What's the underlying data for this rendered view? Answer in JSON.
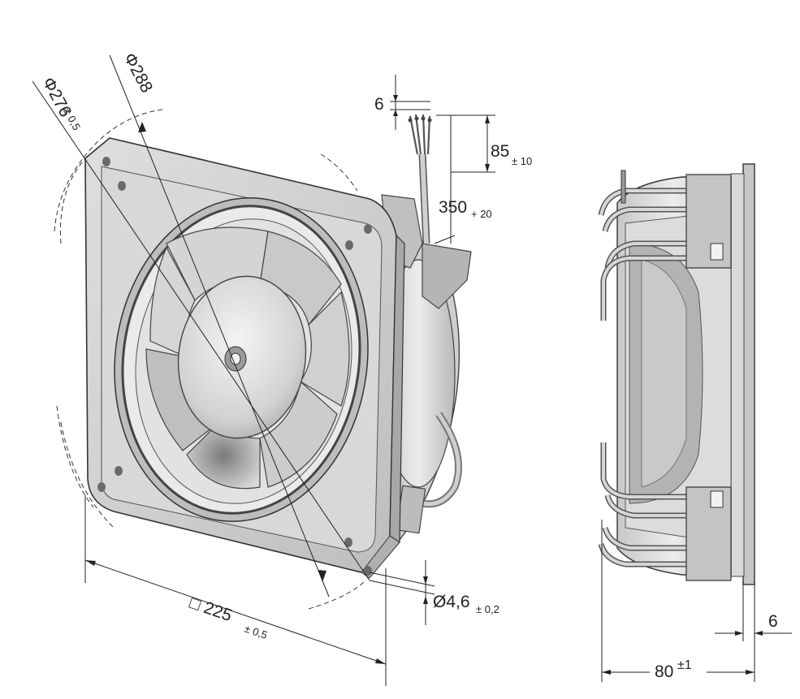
{
  "dimensions": {
    "d_outer": {
      "symbol": "Φ",
      "value": "276",
      "tol": "± 0,5"
    },
    "d_blade": {
      "symbol": "Φ",
      "value": "288"
    },
    "wire_strip": {
      "value": "6"
    },
    "wire_end": {
      "value": "85",
      "tol": "± 10"
    },
    "cable_len": {
      "value": "350",
      "tol": "+ 20"
    },
    "hole": {
      "value": "Ø4,6",
      "tol": "± 0,2"
    },
    "square": {
      "value": "□ 225",
      "tol": "± 0,5"
    },
    "flange_thickness": {
      "value": "6"
    },
    "depth": {
      "value": "80",
      "tol": "±1"
    }
  },
  "colors": {
    "metal_light": "#e4e4e4",
    "metal_mid": "#c7c7c7",
    "metal_dark": "#8e8e8e",
    "line": "#222222"
  }
}
